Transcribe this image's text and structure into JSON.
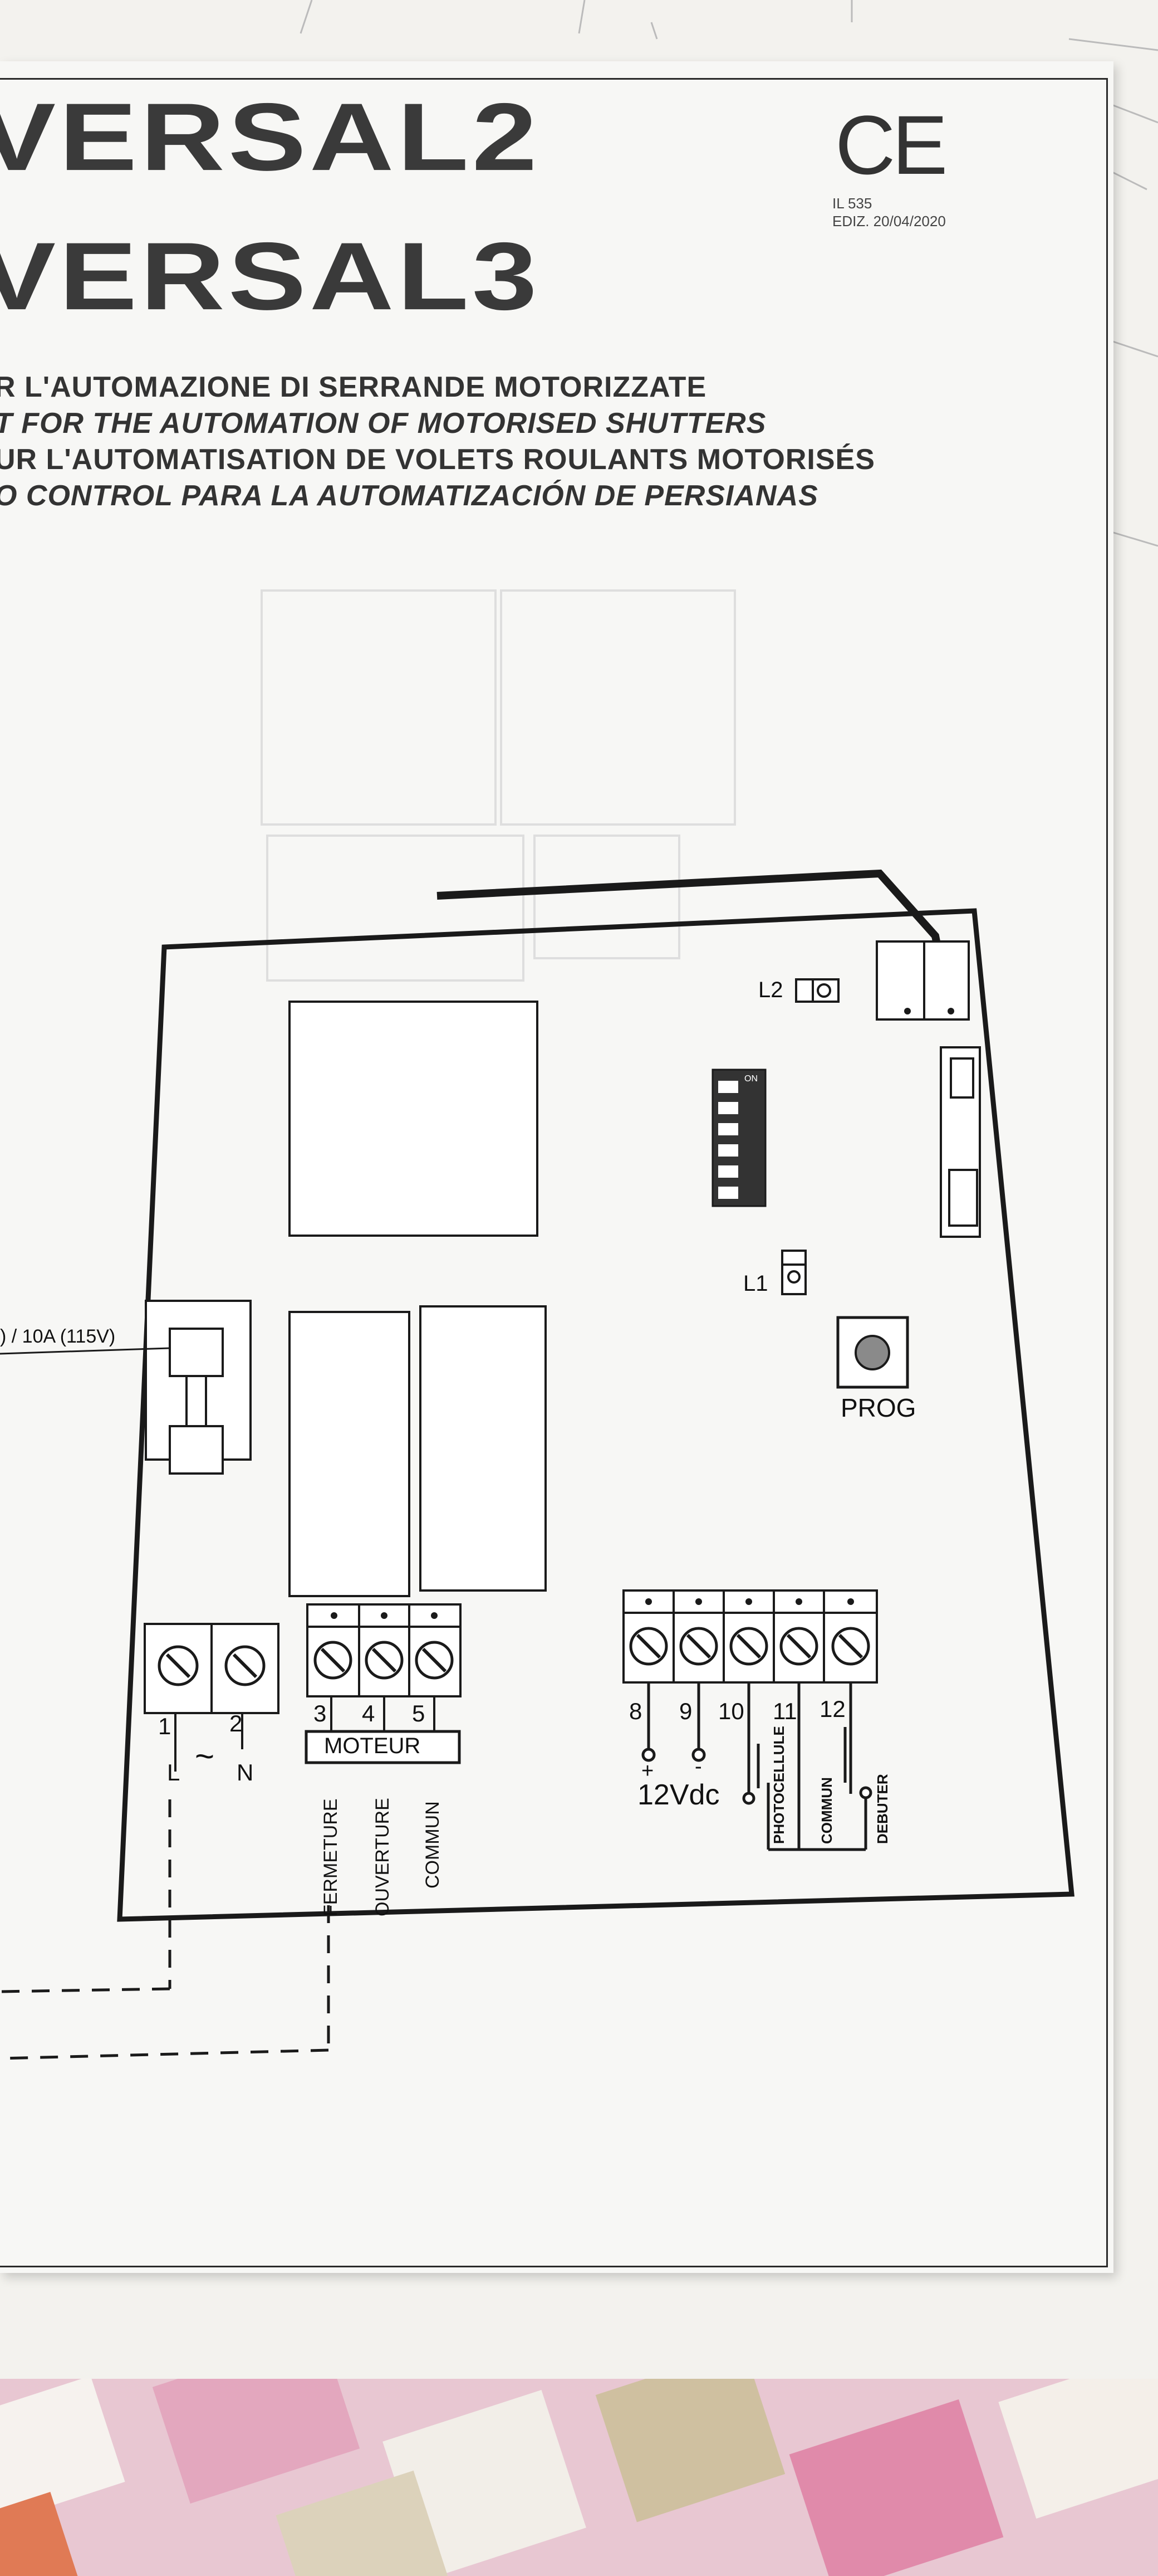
{
  "header": {
    "title_line1": "VERSAL2",
    "title_line2": "VERSAL3",
    "ce_mark": "CE",
    "doc_code": "IL 535",
    "edition": "EDIZ. 20/04/2020"
  },
  "subtitles": [
    "R L'AUTOMAZIONE DI SERRANDE MOTORIZZATE",
    "T FOR THE AUTOMATION OF MOTORISED SHUTTERS",
    "UR L'AUTOMATISATION DE VOLETS ROULANTS MOTORISÉS",
    "O CONTROL PARA LA AUTOMATIZACIÓN DE PERSIANAS"
  ],
  "diagram": {
    "fuse_label": ") / 10A (115V)",
    "led_l2": "L2",
    "led_l1": "L1",
    "prog_label": "PROG",
    "power_terminals": {
      "t1": "1",
      "t2": "2",
      "L": "L",
      "tilde": "~",
      "N": "N"
    },
    "motor_terminals": {
      "t3": "3",
      "t4": "4",
      "t5": "5",
      "group_label": "MOTEUR"
    },
    "motor_wires": [
      "FERMETURE",
      "OUVERTURE",
      "COMMUN"
    ],
    "io_terminals": [
      "8",
      "9",
      "10",
      "11",
      "12"
    ],
    "plus": "+",
    "minus": "-",
    "supply": "12Vdc",
    "io_wires": [
      "PHOTOCELLULE",
      "COMMUN",
      "DEBUTER"
    ],
    "dip_on": "ON"
  }
}
